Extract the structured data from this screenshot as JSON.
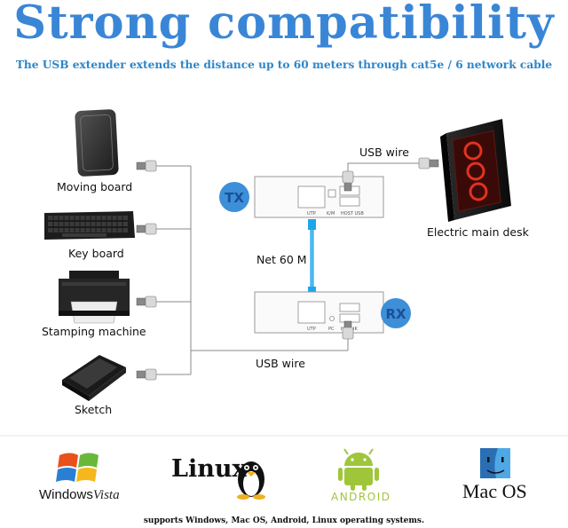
{
  "header": {
    "title": "Strong compatibility",
    "subtitle": "The USB extender extends the distance up to 60 meters through cat5e / 6 network cable"
  },
  "devices": {
    "moving_board": "Moving board",
    "key_board": "Key board",
    "stamping_machine": "Stamping machine",
    "sketch": "Sketch",
    "electric_main_desk": "Electric main desk"
  },
  "extender": {
    "tx_badge": "TX",
    "rx_badge": "RX",
    "tx_ports": [
      "UTP",
      "K/M",
      "HOST USB"
    ],
    "rx_ports": [
      "UTP",
      "PC",
      "H",
      "IK"
    ]
  },
  "cables": {
    "usb_wire_top": "USB wire",
    "net_label": "Net 60 M",
    "usb_wire_bottom": "USB wire"
  },
  "os_logos": {
    "windows_a": "Windows",
    "windows_b": "Vista",
    "linux": "Linux",
    "android": "ANDROID",
    "mac": "Mac OS"
  },
  "footer": "supports Windows, Mac OS, Android, Linux operating systems.",
  "colors": {
    "title_blue": "#3a86d6",
    "badge_blue": "#3d8fd8",
    "badge_text": "#1a4f96",
    "cable_blue": "#1fa6e8",
    "android_green": "#9fc63b"
  }
}
